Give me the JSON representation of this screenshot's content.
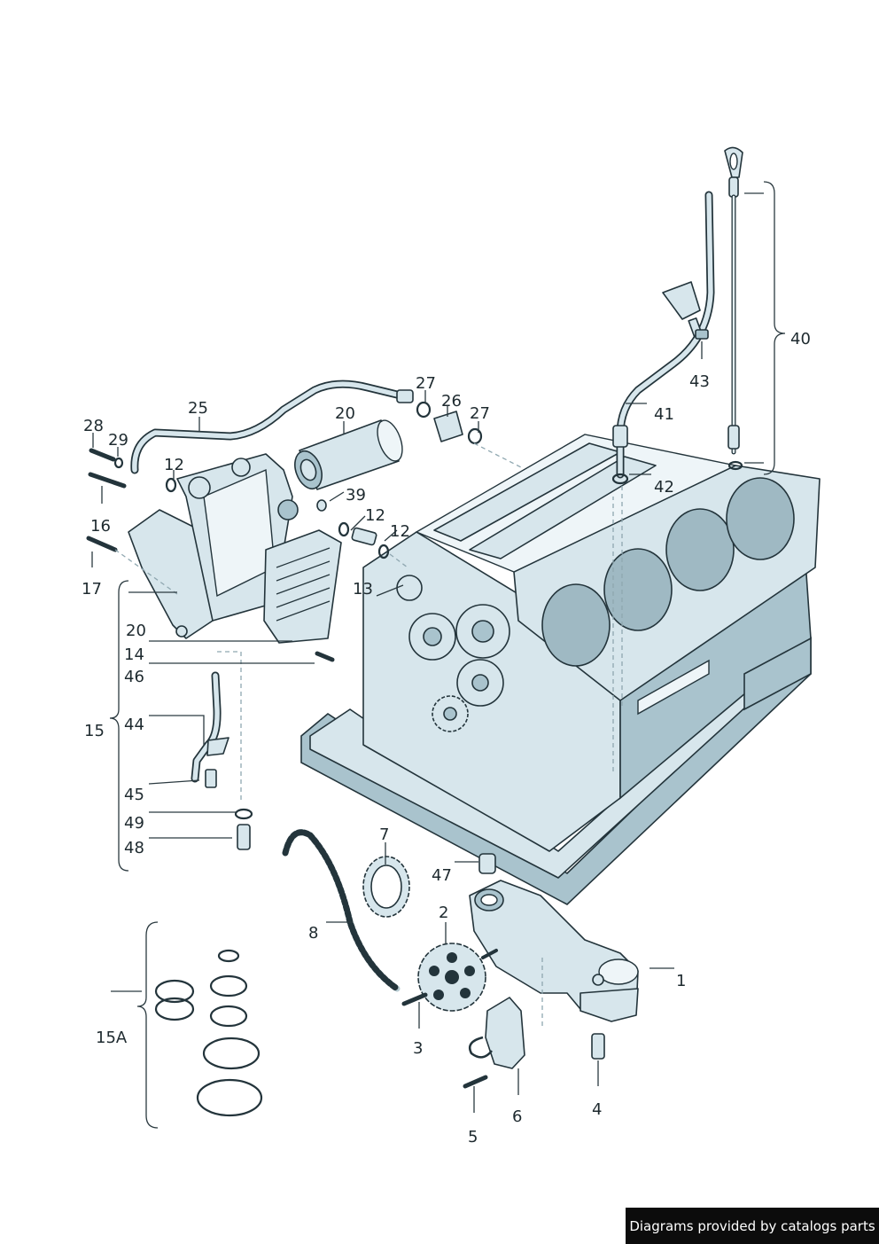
{
  "footer": {
    "text": "Diagrams provided by catalogs parts"
  },
  "callouts": {
    "c1": "1",
    "c2": "2",
    "c3": "3",
    "c4": "4",
    "c5": "5",
    "c6": "6",
    "c7": "7",
    "c8": "8",
    "c12a": "12",
    "c12b": "12",
    "c12c": "12",
    "c13": "13",
    "c14": "14",
    "c15": "15",
    "c15a": "15A",
    "c16": "16",
    "c17": "17",
    "c20a": "20",
    "c20b": "20",
    "c25": "25",
    "c26": "26",
    "c27a": "27",
    "c27b": "27",
    "c28": "28",
    "c29": "29",
    "c39": "39",
    "c40": "40",
    "c41": "41",
    "c42": "42",
    "c43": "43",
    "c44": "44",
    "c45": "45",
    "c46": "46",
    "c47": "47",
    "c48": "48",
    "c49": "49"
  },
  "colors": {
    "part_fill": "#d7e6ec",
    "outline": "#23343b",
    "footer_bg": "#0c0c0c"
  }
}
